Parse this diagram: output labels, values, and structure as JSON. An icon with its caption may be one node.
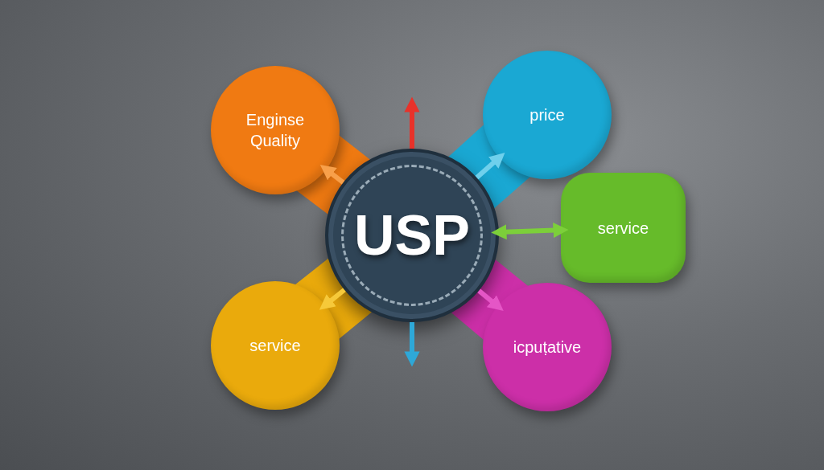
{
  "diagram": {
    "nodes": [
      {
        "text": [
          "USP"
        ]
      },
      {
        "text": [
          "Enginse Quality"
        ]
      },
      {
        "text": [
          "price"
        ]
      },
      {
        "text": [
          "service"
        ]
      },
      {
        "text": [
          "service"
        ]
      },
      {
        "text": [
          "icpuṭative"
        ]
      }
    ],
    "edges": [
      {
        "from": 0,
        "to": 1,
        "arrow": "to",
        "color": "#f8a04a"
      },
      {
        "from": 0,
        "to": 2,
        "arrow": "to",
        "color": "#6fd0ec"
      },
      {
        "from": 0,
        "to": 3,
        "arrow": "both",
        "color": "#7ccf3a"
      },
      {
        "from": 0,
        "to": 4,
        "arrow": "to",
        "color": "#f6c93a"
      },
      {
        "from": 0,
        "to": 5,
        "arrow": "to",
        "color": "#e556c6"
      },
      {
        "from": 0,
        "to": null,
        "arrow": "to",
        "color": "#e8322a"
      },
      {
        "from": 0,
        "to": null,
        "arrow": "to",
        "color": "#2ea8d8"
      }
    ]
  }
}
